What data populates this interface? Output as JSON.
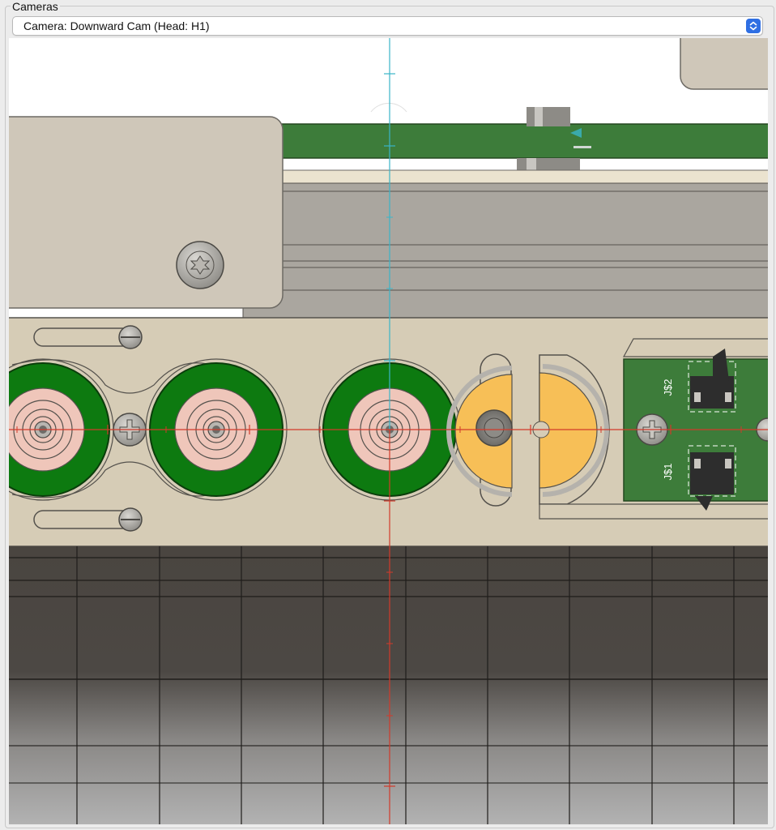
{
  "group": {
    "title": "Cameras"
  },
  "camera_select": {
    "selected": "Camera: Downward Cam (Head: H1)",
    "arrow_icon": "up-down-chevron-icon",
    "accent": "#2f6fe3"
  },
  "view": {
    "connector_labels": [
      "J$2",
      "J$1"
    ],
    "colors": {
      "pcb_green": "#3d7c3a",
      "nozzle_green": "#0d7a10",
      "nozzle_pink": "#efc6ba",
      "orange": "#f7bf57",
      "plate": "#d6ccb6",
      "crosshair_red": "#d23a2a",
      "crosshair_cyan": "#3ab5c8"
    }
  }
}
